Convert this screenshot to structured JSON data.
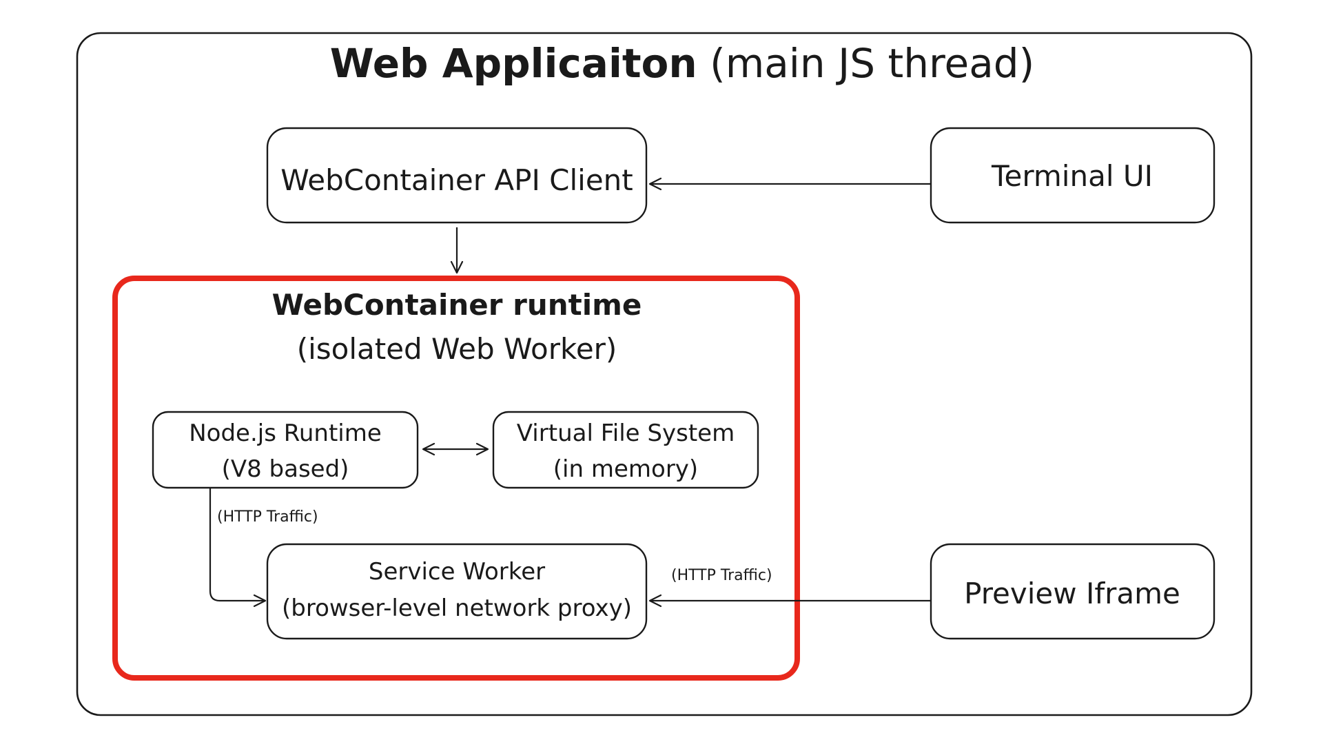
{
  "outer_container": {
    "title_bold": "Web Applicaiton",
    "title_rest": " (main JS thread)"
  },
  "api_client": {
    "label": "WebContainer API Client"
  },
  "terminal_ui": {
    "label": "Terminal UI"
  },
  "runtime": {
    "title": "WebContainer runtime",
    "subtitle": "(isolated Web Worker)",
    "accent_color": "#e8281c"
  },
  "node_runtime": {
    "line1": "Node.js Runtime",
    "line2": "(V8 based)"
  },
  "virtual_fs": {
    "line1": "Virtual File System",
    "line2": "(in memory)"
  },
  "service_worker": {
    "line1": "Service Worker",
    "line2": "(browser-level network proxy)"
  },
  "preview_iframe": {
    "label": "Preview Iframe"
  },
  "edges": {
    "node_to_sw_label": "(HTTP Traffic)",
    "iframe_to_sw_label": "(HTTP Traffic)"
  }
}
